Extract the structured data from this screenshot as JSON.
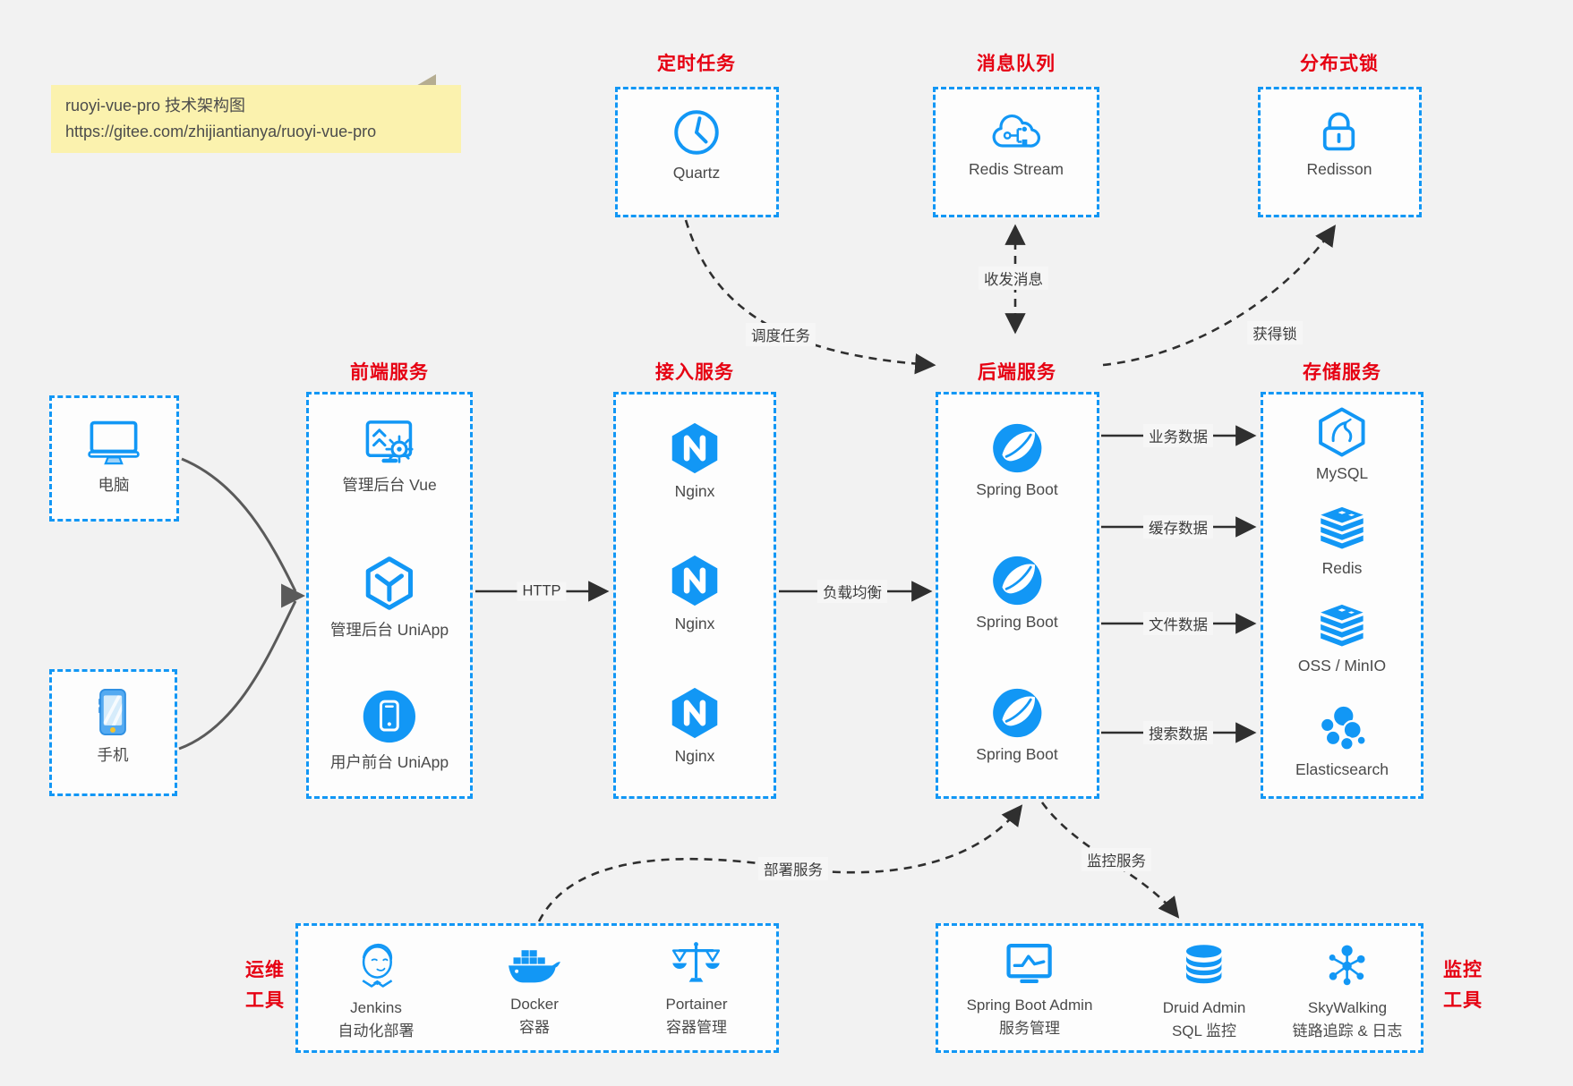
{
  "colors": {
    "accent_blue": "#1297f5",
    "title_red": "#e60012",
    "note_yellow": "#fbf2ae"
  },
  "note": {
    "line1": "ruoyi-vue-pro 技术架构图",
    "line2": "https://gitee.com/zhijiantianya/ruoyi-vue-pro"
  },
  "top": {
    "quartz": {
      "title": "定时任务",
      "label": "Quartz"
    },
    "mq": {
      "title": "消息队列",
      "label": "Redis Stream"
    },
    "lock": {
      "title": "分布式锁",
      "label": "Redisson"
    }
  },
  "clients": {
    "pc": "电脑",
    "mobile": "手机"
  },
  "frontend": {
    "title": "前端服务",
    "items": [
      "管理后台 Vue",
      "管理后台 UniApp",
      "用户前台 UniApp"
    ]
  },
  "gateway": {
    "title": "接入服务",
    "items": [
      "Nginx",
      "Nginx",
      "Nginx"
    ]
  },
  "backend": {
    "title": "后端服务",
    "items": [
      "Spring Boot",
      "Spring Boot",
      "Spring Boot"
    ]
  },
  "storage": {
    "title": "存储服务",
    "items": [
      "MySQL",
      "Redis",
      "OSS / MinIO",
      "Elasticsearch"
    ]
  },
  "edges": {
    "http": "HTTP",
    "load_balance": "负载均衡",
    "business": "业务数据",
    "cache": "缓存数据",
    "file": "文件数据",
    "search": "搜索数据",
    "schedule": "调度任务",
    "message": "收发消息",
    "acquire_lock": "获得锁",
    "deploy": "部署服务",
    "monitor": "监控服务"
  },
  "ops": {
    "title": [
      "运维",
      "工具"
    ],
    "items": [
      {
        "name": "Jenkins",
        "desc": "自动化部署"
      },
      {
        "name": "Docker",
        "desc": "容器"
      },
      {
        "name": "Portainer",
        "desc": "容器管理"
      }
    ]
  },
  "monitoring": {
    "title": [
      "监控",
      "工具"
    ],
    "items": [
      {
        "name": "Spring Boot Admin",
        "desc": "服务管理"
      },
      {
        "name": "Druid Admin",
        "desc": "SQL 监控"
      },
      {
        "name": "SkyWalking",
        "desc": "链路追踪 & 日志"
      }
    ]
  }
}
